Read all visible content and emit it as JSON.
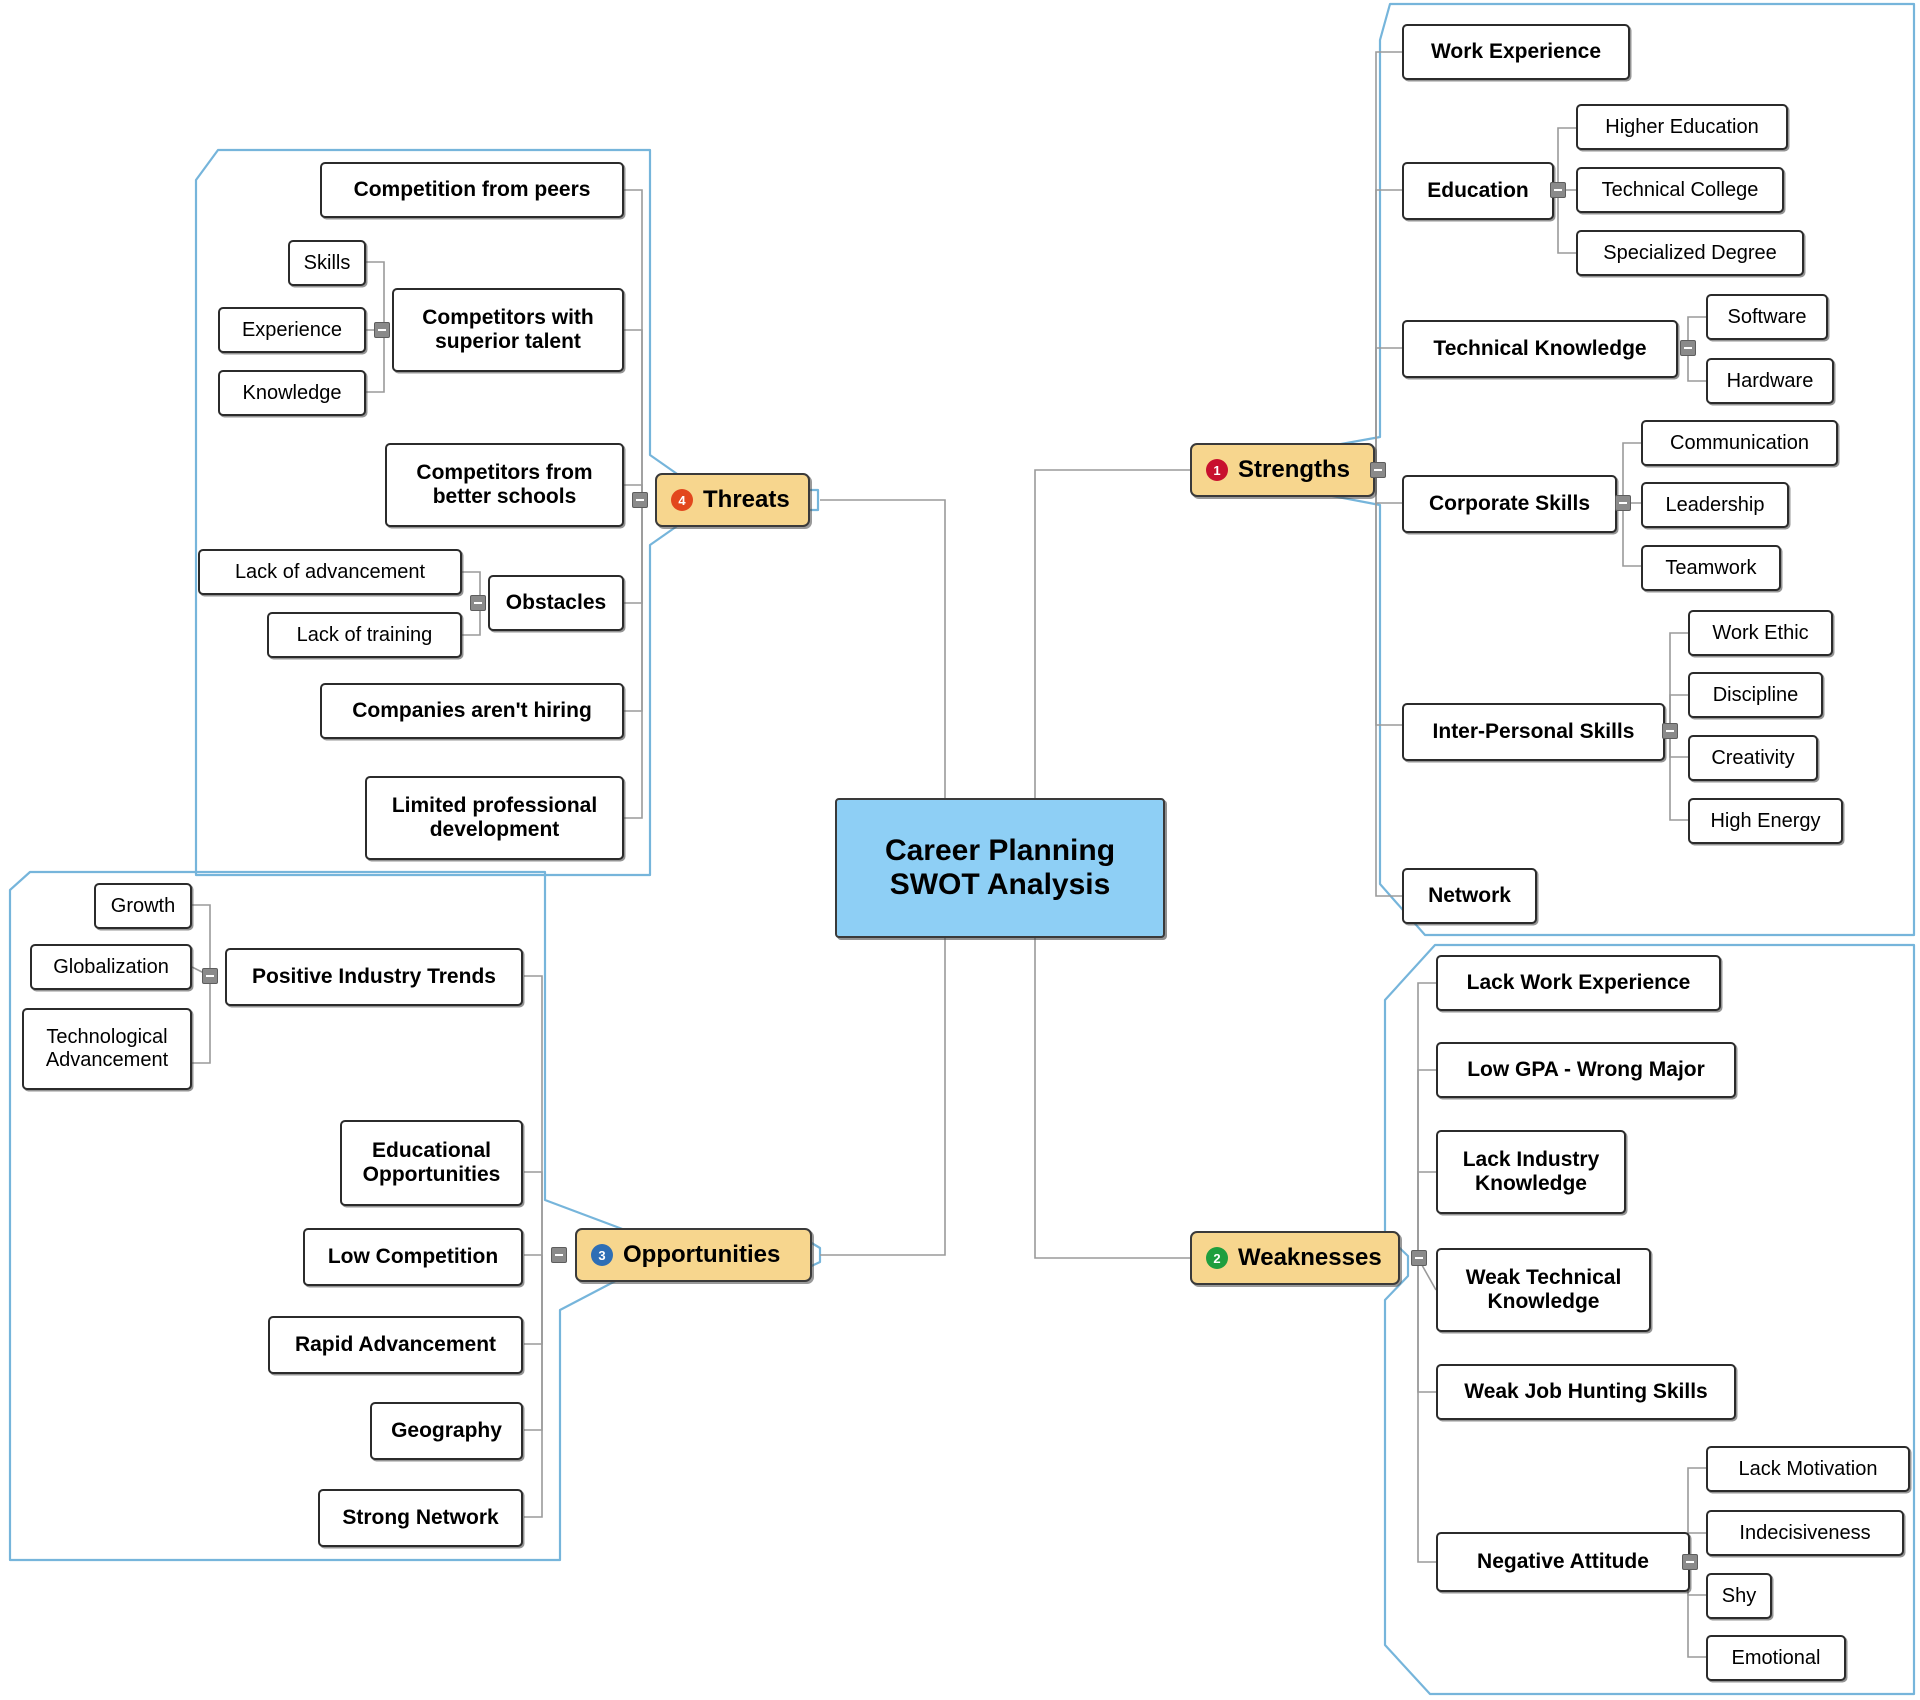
{
  "title": "Career Planning SWOT Analysis",
  "colors": {
    "central_fill": "#8ECFF5",
    "branch_fill": "#F7D68E",
    "node_border": "#2b2b2b",
    "boundary": "#76B5DB",
    "connector": "#9a9a9a",
    "badge_strengths": "#C8102E",
    "badge_weaknesses": "#1E9E3E",
    "badge_opportunities": "#2E6EB5",
    "badge_threats": "#E2471D"
  },
  "branches": {
    "strengths": {
      "label": "Strengths",
      "badge": "1",
      "children": [
        {
          "label": "Work Experience",
          "children": []
        },
        {
          "label": "Education",
          "children": [
            "Higher Education",
            "Technical College",
            "Specialized Degree"
          ]
        },
        {
          "label": "Technical Knowledge",
          "children": [
            "Software",
            "Hardware"
          ]
        },
        {
          "label": "Corporate Skills",
          "children": [
            "Communication",
            "Leadership",
            "Teamwork"
          ]
        },
        {
          "label": "Inter-Personal Skills",
          "children": [
            "Work Ethic",
            "Discipline",
            "Creativity",
            "High Energy"
          ]
        },
        {
          "label": "Network",
          "children": []
        }
      ]
    },
    "weaknesses": {
      "label": "Weaknesses",
      "badge": "2",
      "children": [
        {
          "label": "Lack Work Experience",
          "children": []
        },
        {
          "label": "Low GPA - Wrong Major",
          "children": []
        },
        {
          "label": "Lack Industry Knowledge",
          "children": []
        },
        {
          "label": "Weak Technical Knowledge",
          "children": []
        },
        {
          "label": "Weak Job Hunting Skills",
          "children": []
        },
        {
          "label": "Negative Attitude",
          "children": [
            "Lack Motivation",
            "Indecisiveness",
            "Shy",
            "Emotional"
          ]
        }
      ]
    },
    "opportunities": {
      "label": "Opportunities",
      "badge": "3",
      "children": [
        {
          "label": "Positive Industry Trends",
          "children": [
            "Growth",
            "Globalization",
            "Technological Advancement"
          ]
        },
        {
          "label": "Educational Opportunities",
          "children": []
        },
        {
          "label": "Low Competition",
          "children": []
        },
        {
          "label": "Rapid Advancement",
          "children": []
        },
        {
          "label": "Geography",
          "children": []
        },
        {
          "label": "Strong Network",
          "children": []
        }
      ]
    },
    "threats": {
      "label": "Threats",
      "badge": "4",
      "children": [
        {
          "label": "Competition from peers",
          "children": []
        },
        {
          "label": "Competitors with superior talent",
          "children": [
            "Skills",
            "Experience",
            "Knowledge"
          ]
        },
        {
          "label": "Competitors from better schools",
          "children": []
        },
        {
          "label": "Obstacles",
          "children": [
            "Lack of advancement",
            "Lack of training"
          ]
        },
        {
          "label": "Companies aren't hiring",
          "children": []
        },
        {
          "label": "Limited professional development",
          "children": []
        }
      ]
    }
  },
  "nodes": {
    "central": "Career Planning SWOT Analysis",
    "s_work_experience": "Work Experience",
    "s_education": "Education",
    "s_higher_education": "Higher Education",
    "s_technical_college": "Technical College",
    "s_specialized_degree": "Specialized Degree",
    "s_technical_knowledge": "Technical Knowledge",
    "s_software": "Software",
    "s_hardware": "Hardware",
    "s_corporate_skills": "Corporate Skills",
    "s_communication": "Communication",
    "s_leadership": "Leadership",
    "s_teamwork": "Teamwork",
    "s_interpersonal_skills": "Inter-Personal Skills",
    "s_work_ethic": "Work Ethic",
    "s_discipline": "Discipline",
    "s_creativity": "Creativity",
    "s_high_energy": "High Energy",
    "s_network": "Network",
    "w_lack_work_experience": "Lack Work Experience",
    "w_low_gpa": "Low GPA - Wrong Major",
    "w_lack_industry_knowledge": "Lack Industry Knowledge",
    "w_weak_technical_knowledge": "Weak Technical Knowledge",
    "w_weak_job_hunting": "Weak Job Hunting Skills",
    "w_negative_attitude": "Negative Attitude",
    "w_lack_motivation": "Lack Motivation",
    "w_indecisiveness": "Indecisiveness",
    "w_shy": "Shy",
    "w_emotional": "Emotional",
    "o_positive_industry_trends": "Positive Industry Trends",
    "o_growth": "Growth",
    "o_globalization": "Globalization",
    "o_technological_advancement": "Technological Advancement",
    "o_educational_opportunities": "Educational Opportunities",
    "o_low_competition": "Low Competition",
    "o_rapid_advancement": "Rapid Advancement",
    "o_geography": "Geography",
    "o_strong_network": "Strong Network",
    "t_competition_peers": "Competition from peers",
    "t_competitors_superior": "Competitors with superior talent",
    "t_skills": "Skills",
    "t_experience": "Experience",
    "t_knowledge": "Knowledge",
    "t_competitors_schools": "Competitors from better schools",
    "t_obstacles": "Obstacles",
    "t_lack_advancement": "Lack of advancement",
    "t_lack_training": "Lack of training",
    "t_companies_hiring": "Companies aren't hiring",
    "t_limited_professional": "Limited professional development"
  }
}
